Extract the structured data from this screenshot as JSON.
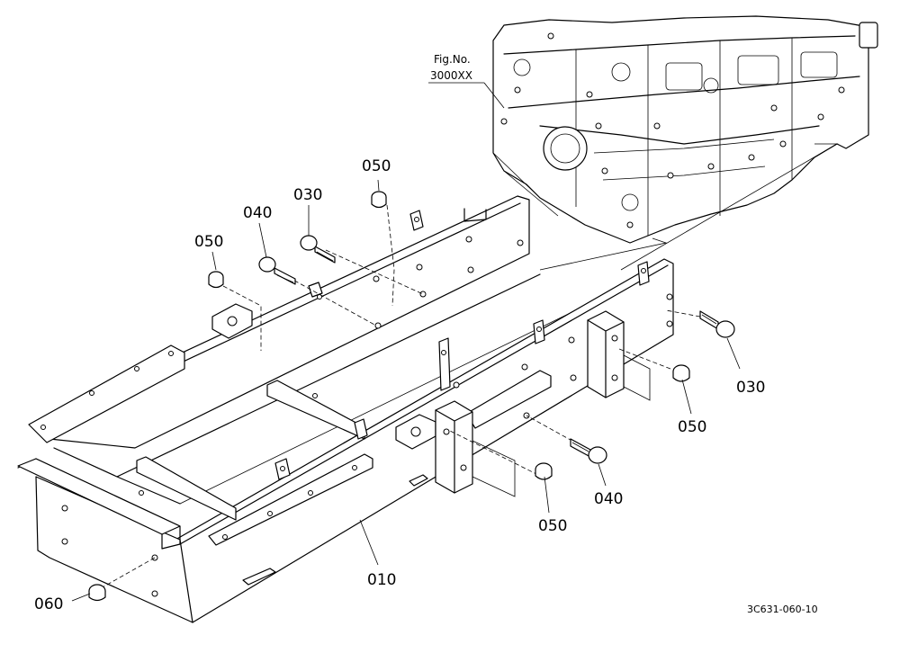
{
  "figure_ref": {
    "line1": "Fig.No.",
    "line2": "3000XX"
  },
  "callouts": {
    "p050_top": "050",
    "p030_top": "030",
    "p040_top": "040",
    "p050_left": "050",
    "p030_right": "030",
    "p050_right": "050",
    "p040_bottom": "040",
    "p050_bottom": "050",
    "p010": "010",
    "p060": "060"
  },
  "drawing_code": "3C631-060-10"
}
